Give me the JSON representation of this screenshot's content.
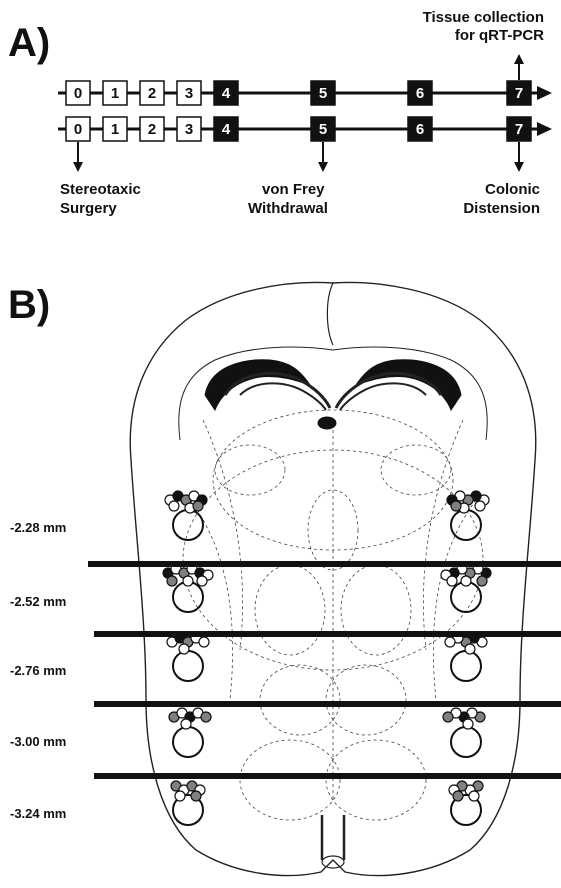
{
  "panel_a": {
    "label": "A)",
    "days": [
      "0",
      "1",
      "2",
      "3",
      "4",
      "5",
      "6",
      "7"
    ],
    "white_days": [
      "0",
      "1",
      "2",
      "3"
    ],
    "black_days": [
      "4",
      "5",
      "6",
      "7"
    ],
    "top_label": [
      "Tissue collection",
      "for qRT-PCR"
    ],
    "bottom_labels": {
      "day0": [
        "Stereotaxic",
        "Surgery"
      ],
      "day5": [
        "von Frey",
        "Withdrawal"
      ],
      "day7": [
        "Colonic",
        "Distension"
      ]
    }
  },
  "panel_b": {
    "label": "B)",
    "levels": [
      "-2.28 mm",
      "-2.52 mm",
      "-2.76 mm",
      "-3.00 mm",
      "-3.24 mm"
    ],
    "marker_colors": {
      "filled": "#111111",
      "grey": "#808080",
      "open": "#ffffff"
    }
  }
}
